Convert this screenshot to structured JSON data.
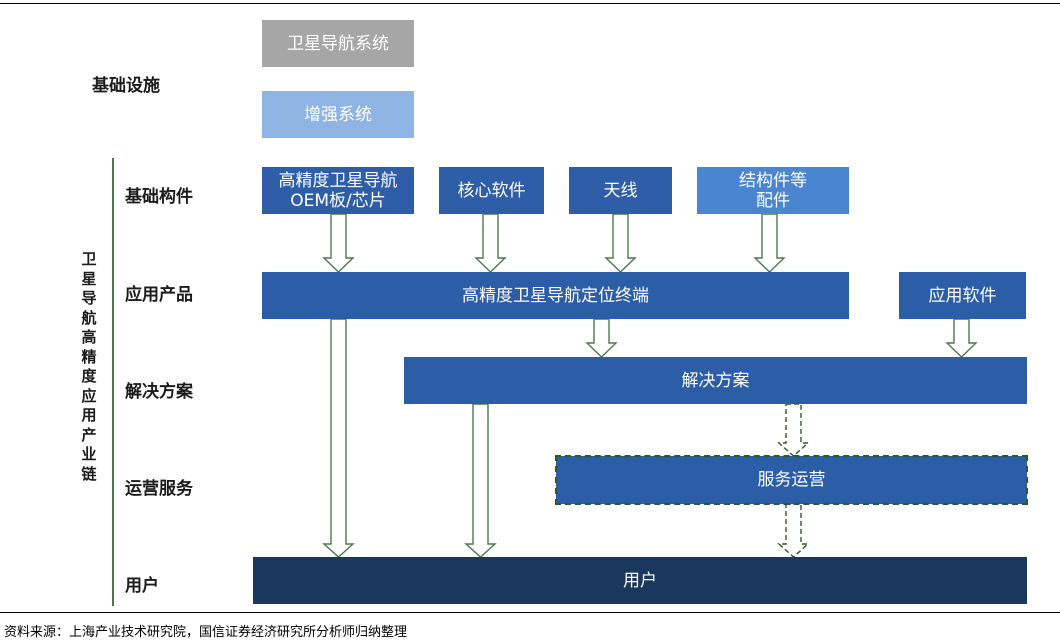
{
  "labels": {
    "infrastructure": "基础设施",
    "components": "基础构件",
    "products": "应用产品",
    "solutions": "解决方案",
    "operations": "运营服务",
    "users": "用户",
    "chain_title": "卫星导航高精度应用产业链"
  },
  "boxes": {
    "satnav": "卫星导航系统",
    "augmentation": "增强系统",
    "oem_line1": "高精度卫星导航",
    "oem_line2": "OEM板/芯片",
    "core_software": "核心软件",
    "antenna": "天线",
    "structural_line1": "结构件等",
    "structural_line2": "配件",
    "terminal": "高精度卫星导航定位终端",
    "app_software": "应用软件",
    "solution": "解决方案",
    "service_ops": "服务运营",
    "user": "用户"
  },
  "source": "资料来源：上海产业技术研究院，国信证券经济研究所分析师归纳整理"
}
